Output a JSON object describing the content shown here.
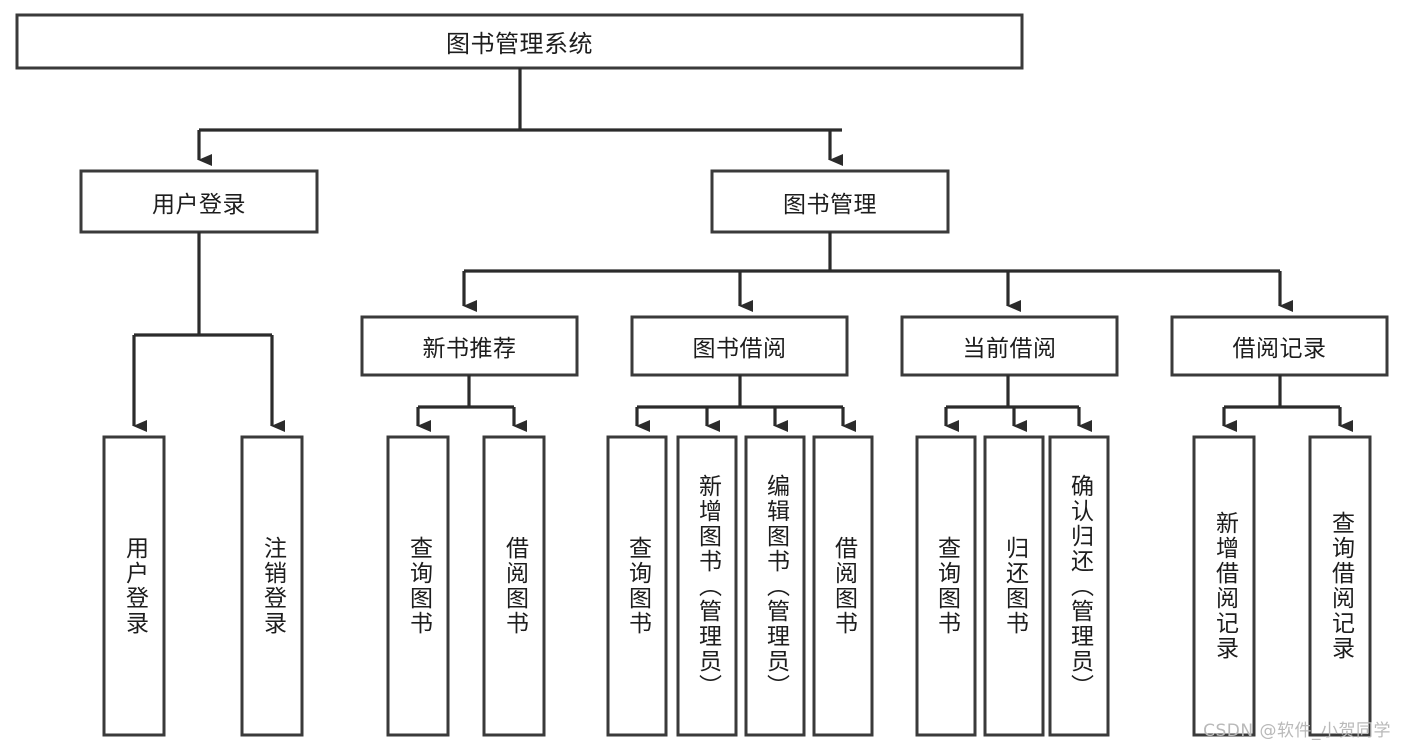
{
  "diagram": {
    "type": "tree-hierarchy",
    "title": "图书管理系统",
    "watermark": "CSDN @软件_小贺同学",
    "colors": {
      "background": "#ffffff",
      "box_stroke": "#3a3a3a",
      "connector": "#2b2b2b",
      "text": "#1d1d1d",
      "watermark": "#b9b9b9"
    },
    "levels": {
      "root": {
        "label": "图书管理系统"
      },
      "level2": [
        {
          "id": "user-login",
          "label": "用户登录"
        },
        {
          "id": "book-manage",
          "label": "图书管理"
        }
      ],
      "level3": [
        {
          "id": "new-book-recommend",
          "label": "新书推荐",
          "parent": "book-manage"
        },
        {
          "id": "book-borrow",
          "label": "图书借阅",
          "parent": "book-manage"
        },
        {
          "id": "current-borrow",
          "label": "当前借阅",
          "parent": "book-manage"
        },
        {
          "id": "borrow-record",
          "label": "借阅记录",
          "parent": "book-manage"
        }
      ],
      "leaves": [
        {
          "id": "leaf-user-login",
          "label": "用户登录",
          "parent": "user-login"
        },
        {
          "id": "leaf-logout",
          "label": "注销登录",
          "parent": "user-login"
        },
        {
          "id": "leaf-query-book-1",
          "label": "查询图书",
          "parent": "new-book-recommend"
        },
        {
          "id": "leaf-borrow-book-1",
          "label": "借阅图书",
          "parent": "new-book-recommend"
        },
        {
          "id": "leaf-query-book-2",
          "label": "查询图书",
          "parent": "book-borrow"
        },
        {
          "id": "leaf-add-book",
          "label": "新增图书（管理员）",
          "parent": "book-borrow"
        },
        {
          "id": "leaf-edit-book",
          "label": "编辑图书（管理员）",
          "parent": "book-borrow"
        },
        {
          "id": "leaf-borrow-book-2",
          "label": "借阅图书",
          "parent": "book-borrow"
        },
        {
          "id": "leaf-query-book-3",
          "label": "查询图书",
          "parent": "current-borrow"
        },
        {
          "id": "leaf-return-book",
          "label": "归还图书",
          "parent": "current-borrow"
        },
        {
          "id": "leaf-confirm-return",
          "label": "确认归还（管理员）",
          "parent": "current-borrow"
        },
        {
          "id": "leaf-add-record",
          "label": "新增借阅记录",
          "parent": "borrow-record"
        },
        {
          "id": "leaf-query-record",
          "label": "查询借阅记录",
          "parent": "borrow-record"
        }
      ]
    }
  }
}
